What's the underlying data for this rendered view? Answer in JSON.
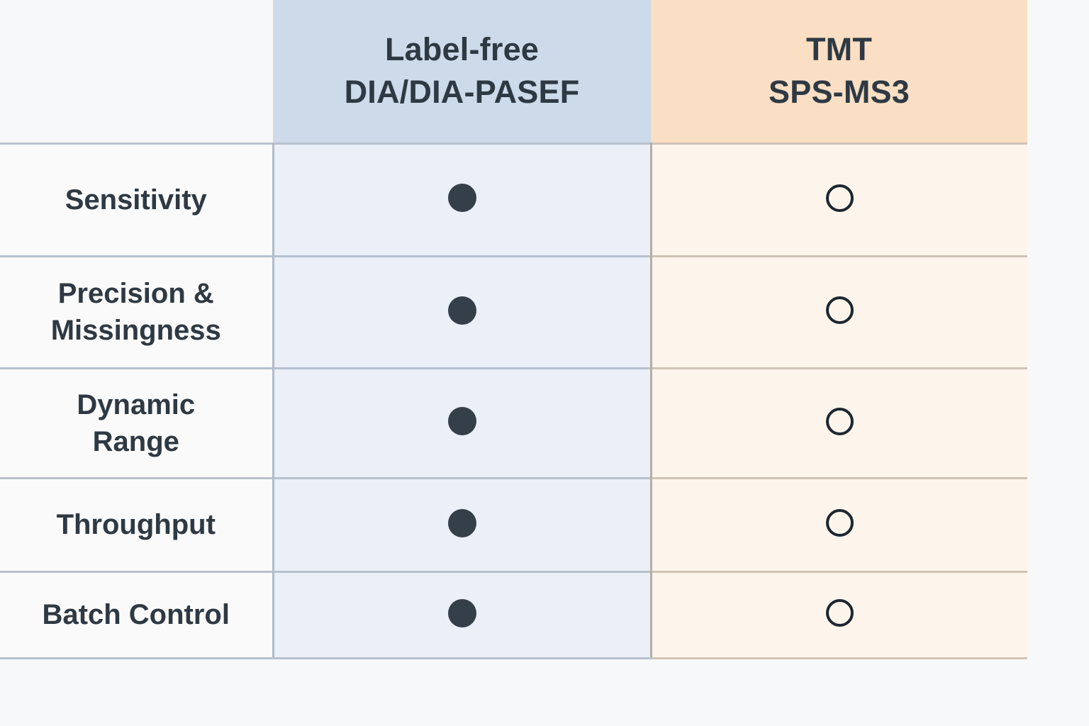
{
  "page": {
    "background_color": "#f7f8f9",
    "text_color": "#2e3943"
  },
  "table": {
    "row_header_column": {
      "header_label": ""
    },
    "columns": [
      {
        "id": "label-free-dia",
        "title_lines": [
          "Label-free",
          "DIA/DIA-PASEF"
        ],
        "header_bg": "#ccdae9",
        "body_bg": "#eaeff8",
        "marker_style": "filled"
      },
      {
        "id": "tmt-sps-ms3",
        "title_lines": [
          "TMT",
          "SPS-MS3"
        ],
        "header_bg": "#fadfc4",
        "body_bg": "#fdf5ec",
        "marker_style": "hollow"
      }
    ],
    "rows": [
      {
        "label_lines": [
          "Sensitivity"
        ],
        "cells": [
          {
            "marker": "filled",
            "marker_name": "filled-circle-icon"
          },
          {
            "marker": "hollow",
            "marker_name": "hollow-circle-icon"
          }
        ]
      },
      {
        "label_lines": [
          "Precision &",
          "Missingness"
        ],
        "cells": [
          {
            "marker": "filled",
            "marker_name": "filled-circle-icon"
          },
          {
            "marker": "hollow",
            "marker_name": "hollow-circle-icon"
          }
        ]
      },
      {
        "label_lines": [
          "Dynamic",
          "Range"
        ],
        "cells": [
          {
            "marker": "filled",
            "marker_name": "filled-circle-icon"
          },
          {
            "marker": "hollow",
            "marker_name": "hollow-circle-icon"
          }
        ]
      },
      {
        "label_lines": [
          "Throughput"
        ],
        "cells": [
          {
            "marker": "filled",
            "marker_name": "filled-circle-icon"
          },
          {
            "marker": "hollow",
            "marker_name": "hollow-circle-icon"
          }
        ]
      },
      {
        "label_lines": [
          "Batch Control"
        ],
        "cells": [
          {
            "marker": "filled",
            "marker_name": "filled-circle-icon"
          },
          {
            "marker": "hollow",
            "marker_name": "hollow-circle-icon"
          }
        ]
      }
    ],
    "marker_colors": {
      "filled": "#343f49",
      "hollow_stroke": "#1d2630"
    },
    "border_colors": {
      "horizontal": "#b6c1cd",
      "vertical_blue": "#b0bcca",
      "vertical_orange": "#b5ada3"
    }
  }
}
